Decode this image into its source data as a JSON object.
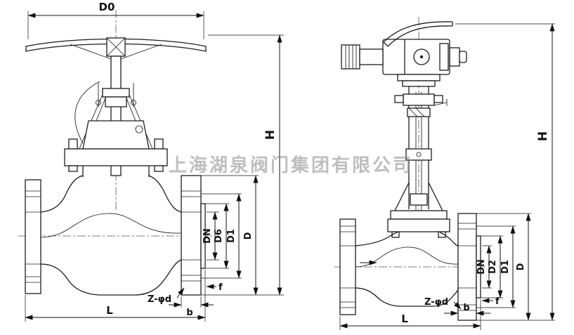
{
  "watermark": "上海湖泉阀门集团有限公司",
  "left_valve": {
    "dims": {
      "d0": "D0",
      "h": "H",
      "dn": "DN",
      "d6": "D6",
      "d1": "D1",
      "d": "D",
      "z_phi_d": "Z-φd",
      "f": "f",
      "b": "b",
      "l": "L"
    }
  },
  "right_valve": {
    "dims": {
      "h": "H",
      "dn": "DN",
      "d2": "D2",
      "d1": "D1",
      "d": "D",
      "z_phi_d": "Z-φd",
      "f": "f",
      "b": "b",
      "l": "L"
    }
  }
}
